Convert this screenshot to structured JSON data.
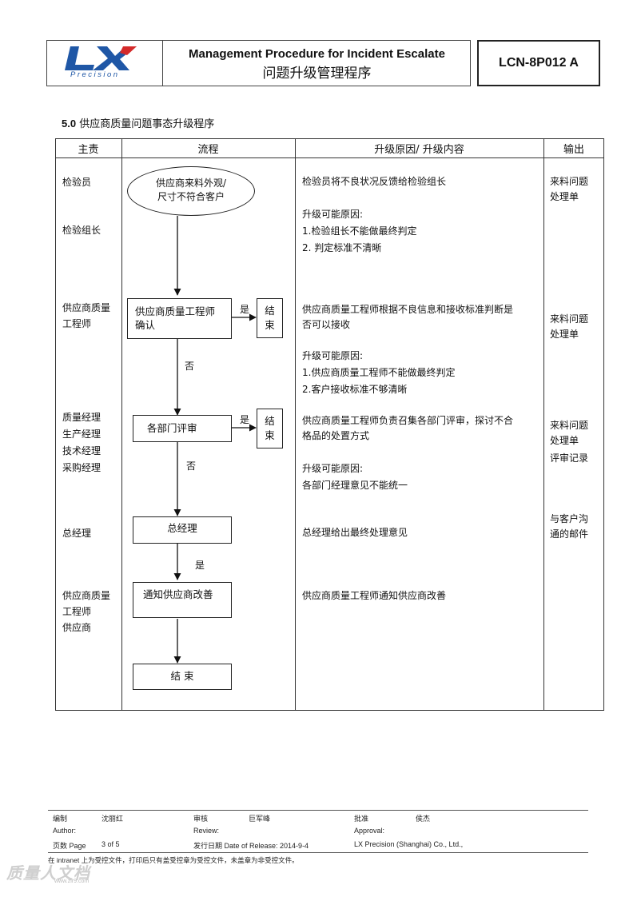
{
  "header": {
    "logo_text": "LX",
    "logo_sub": "Precision",
    "title_en": "Management Procedure for Incident Escalate",
    "title_cn": "问题升级管理程序",
    "doc_no": "LCN-8P012 A"
  },
  "section": {
    "num": "5.0",
    "title": "供应商质量问题事态升级程序"
  },
  "table": {
    "headers": [
      "主责",
      "流程",
      "升级原因/ 升级内容",
      "输出"
    ],
    "roles": [
      [
        "检验员"
      ],
      [
        "检验组长"
      ],
      [
        "供应商质量",
        "工程师"
      ],
      [
        "质量经理",
        "生产经理",
        "技术经理",
        "采购经理"
      ],
      [
        "总经理"
      ],
      [
        "供应商质量",
        "工程师",
        "供应商"
      ]
    ],
    "reasons": [
      [
        "检验员将不良状况反馈给检验组长"
      ],
      [
        "升级可能原因:",
        "1.检验组长不能做最终判定",
        "2. 判定标准不清晰"
      ],
      [
        "供应商质量工程师根据不良信息和接收标准判断是",
        "否可以接收"
      ],
      [
        "升级可能原因:",
        "1.供应商质量工程师不能做最终判定",
        "2.客户接收标准不够清晰"
      ],
      [
        "供应商质量工程师负责召集各部门评审，探讨不合",
        "格品的处置方式"
      ],
      [
        "升级可能原因:",
        "各部门经理意见不能统一"
      ],
      [
        "总经理给出最终处理意见"
      ],
      [
        "供应商质量工程师通知供应商改善"
      ]
    ],
    "outputs": [
      [
        "来料问题",
        "处理单"
      ],
      [
        "来料问题",
        "处理单"
      ],
      [
        "来料问题",
        "处理单",
        "评审记录"
      ],
      [
        "与客户沟",
        "通的邮件"
      ]
    ]
  },
  "flow": {
    "start": [
      "供应商来料外观/",
      "尺寸不符合客户"
    ],
    "sqe_box": [
      "供应商质量工程师",
      "确认"
    ],
    "review_box": "各部门评审",
    "gm_box": "总经理",
    "notify_box": "通知供应商改善",
    "end_box": "结 束",
    "end_small": [
      "结",
      "束"
    ],
    "yes": "是",
    "no": "否"
  },
  "footer": {
    "author_cn": "编制",
    "author_name": "沈丽红",
    "review_cn": "审核",
    "review_name": "巨军峰",
    "approve_cn": "批准",
    "approve_name": "侯杰",
    "author_en": "Author:",
    "review_en": "Review:",
    "approve_en": "Approval:",
    "page_label": "页数 Page",
    "page_val": "3 of 5",
    "release_label": "发行日期 Date of Release: 2014-9-4",
    "company": "LX Precision (Shanghai) Co., Ltd.,",
    "note": "在 intranet 上为受控文件，打印后只有盖受控章为受控文件，未盖章为非受控文件。"
  },
  "watermark": {
    "text": "质量人文档",
    "sub": "www.zlr9.com"
  },
  "colors": {
    "logo_blue": "#1f57a6",
    "logo_red": "#d42a2a",
    "ink": "#111111"
  }
}
